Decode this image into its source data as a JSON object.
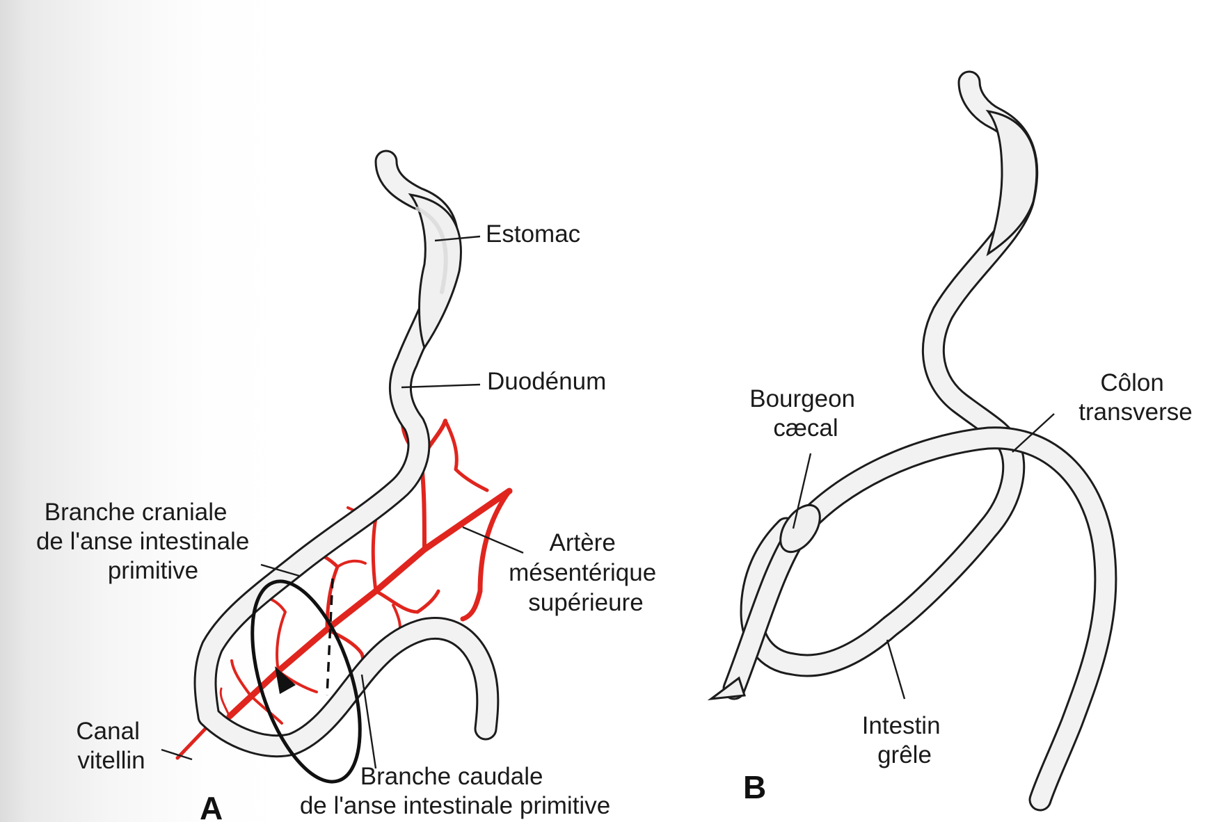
{
  "figure": {
    "panel_a": {
      "letter": "A",
      "labels": {
        "estomac": "Estomac",
        "duodenum": "Duodénum",
        "branche_craniale": [
          "Branche craniale",
          "de l'anse intestinale",
          "primitive"
        ],
        "artere": [
          "Artère",
          "mésentérique",
          "supérieure"
        ],
        "canal": [
          "Canal",
          "vitellin"
        ],
        "branche_caudale": [
          "Branche caudale",
          "de l'anse intestinale primitive"
        ]
      }
    },
    "panel_b": {
      "letter": "B",
      "labels": {
        "bourgeon": [
          "Bourgeon",
          "cæcal"
        ],
        "colon": [
          "Côlon",
          "transverse"
        ],
        "intestin": [
          "Intestin",
          "grêle"
        ]
      }
    },
    "colors": {
      "artery": "#e0251e",
      "outline": "#1c1c1c",
      "fill": "#f2f2f2"
    }
  }
}
